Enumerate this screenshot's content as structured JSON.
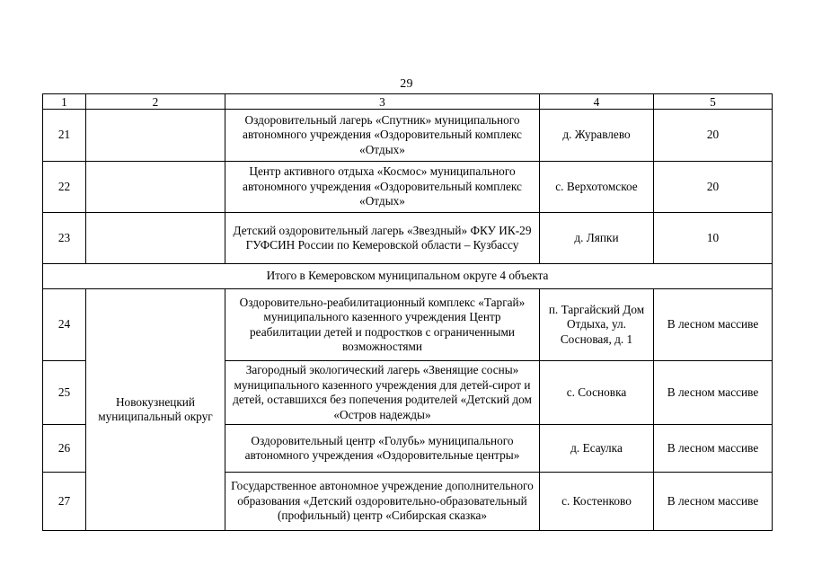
{
  "document": {
    "page_number": "29",
    "language": "ru"
  },
  "table": {
    "column_headers": [
      "1",
      "2",
      "3",
      "4",
      "5"
    ],
    "rows": [
      {
        "kind": "data",
        "num": "21",
        "district": "",
        "name": "Оздоровительный лагерь «Спутник» муниципального автономного учреждения «Оздоровительный комплекс «Отдых»",
        "location": "д. Журавлево",
        "value": "20"
      },
      {
        "kind": "data",
        "num": "22",
        "district": "",
        "name": "Центр активного отдыха «Космос» муниципального автономного учреждения «Оздоровительный комплекс «Отдых»",
        "location": "с. Верхотомское",
        "value": "20"
      },
      {
        "kind": "data",
        "num": "23",
        "district": "",
        "name": "Детский оздоровительный лагерь «Звездный» ФКУ ИК-29 ГУФСИН России по Кемеровской области – Кузбассу",
        "location": "д. Ляпки",
        "value": "10"
      },
      {
        "kind": "total",
        "text": "Итого в Кемеровском муниципальном округе 4 объекта"
      },
      {
        "kind": "data",
        "num": "24",
        "district": "Новокузнецкий муниципальный округ",
        "name": "Оздоровительно-реабилитационный комплекс «Таргай» муниципального казенного учреждения Центр реабилитации детей и подростков с ограниченными возможностями",
        "location": "п. Таргайский Дом Отдыха, ул. Сосновая, д. 1",
        "value": "В лесном массиве"
      },
      {
        "kind": "data",
        "num": "25",
        "district": "",
        "name": "Загородный экологический лагерь «Звенящие сосны» муниципального казенного учреждения для детей-сирот и детей, оставшихся без попечения родителей «Детский дом «Остров надежды»",
        "location": "с. Сосновка",
        "value": "В лесном массиве"
      },
      {
        "kind": "data",
        "num": "26",
        "district": "",
        "name": "Оздоровительный центр «Голубь» муниципального автономного учреждения «Оздоровительные центры»",
        "location": "д. Есаулка",
        "value": "В лесном массиве"
      },
      {
        "kind": "data",
        "num": "27",
        "district": "",
        "name": "Государственное автономное учреждение дополнительного образования «Детский оздоровительно-образовательный (профильный) центр «Сибирская сказка»",
        "location": "с. Костенково",
        "value": "В лесном массиве"
      }
    ],
    "merged_district_label": "Новокузнецкий муниципальный округ"
  },
  "colors": {
    "page_background": "#ffffff",
    "text": "#000000",
    "border": "#000000"
  }
}
